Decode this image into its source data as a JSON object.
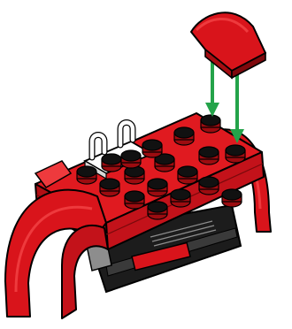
{
  "illustration": {
    "colors": {
      "background": "#ffffff",
      "brick_red": "#d9141b",
      "brick_red_dark": "#9c0c10",
      "brick_red_light": "#ee3a3d",
      "stud_top": "#111111",
      "plate_black": "#1c1c1c",
      "plate_grey": "#8d8d8d",
      "tile_white": "#ffffff",
      "arrow_green": "#24a34a",
      "outline": "#000000"
    },
    "parts": [
      {
        "name": "curved-slope-red",
        "role": "part being added"
      },
      {
        "name": "arrow",
        "count": 2,
        "color": "green"
      },
      {
        "name": "plate-red-with-studs"
      },
      {
        "name": "white-plate-with-clips"
      },
      {
        "name": "mudguard-arch-red",
        "count": 2
      },
      {
        "name": "black-base-with-grille"
      }
    ]
  }
}
